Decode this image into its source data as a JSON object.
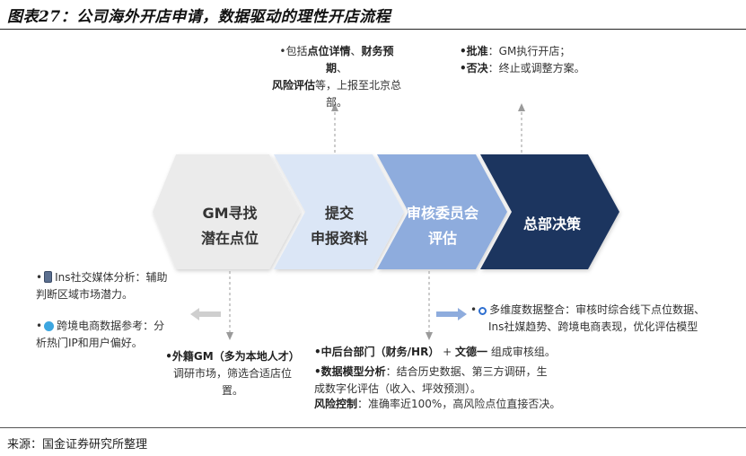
{
  "header": {
    "title": "图表27：公司海外开店申请，数据驱动的理性开店流程"
  },
  "stages": [
    {
      "line1": "GM寻找",
      "line2": "潜在点位",
      "fill": "#ebebeb",
      "text_color": "#333333"
    },
    {
      "line1": "提交",
      "line2": "申报资料",
      "fill": "#dbe6f6",
      "text_color": "#333333"
    },
    {
      "line1": "审核委员会",
      "line2": "评估",
      "fill": "#8eacdd",
      "text_color": "#ffffff"
    },
    {
      "line1": "总部决策",
      "line2": "",
      "fill": "#1f355e",
      "text_color": "#ffffff"
    }
  ],
  "notes": {
    "submit_top": {
      "l1_pre": "•包括",
      "l1_b1": "点位详情",
      "l1_mid": "、",
      "l1_b2": "财务预期",
      "l1_end": "、",
      "l2_b": "风险评估",
      "l2_rest": "等，上报至北京总",
      "l3": "部。"
    },
    "decision_top": {
      "l1_b": "•批准",
      "l1_rest": "：GM执行开店；",
      "l2_b": "•否决",
      "l2_rest": "：终止或调整方案。"
    },
    "left_social": {
      "bullet": "•",
      "l1": "Ins社交媒体分析：辅助",
      "l2": "判断区域市场潜力。"
    },
    "left_ecom": {
      "bullet": "•",
      "l1": "跨境电商数据参考：分",
      "l2": "析热门IP和用户偏好。"
    },
    "gm_bottom": {
      "l1": "•外籍GM（多为本地人才）",
      "l2": "调研市场，筛选合适店位",
      "l3": "置。"
    },
    "review_bottom": {
      "l1_b1": "•中后台部门（财务/HR）",
      "l1_mid": "+ ",
      "l1_b2": "文德一",
      "l1_rest": " 组成审核组。",
      "l2_b": "•数据模型分析",
      "l2_rest": "：结合历史数据、第三方调研，生",
      "l3": "成数字化评估（收入、坪效预测）。",
      "l4_b": "风险控制",
      "l4_rest": "：准确率近100%，高风险点位直接否决。"
    },
    "right_model": {
      "bullet": "•",
      "l1": "多维度数据整合：审核时综合线下点位数据、",
      "l2": "Ins社媒趋势、跨境电商表现，优化评估模型"
    }
  },
  "source": "来源：国金证券研究所整理",
  "colors": {
    "stage1": "#ebebeb",
    "stage2": "#dbe6f6",
    "stage3": "#8eacdd",
    "stage4": "#1f355e",
    "arrow_gray": "#cfcfcf",
    "arrow_blue": "#8eacdd"
  }
}
